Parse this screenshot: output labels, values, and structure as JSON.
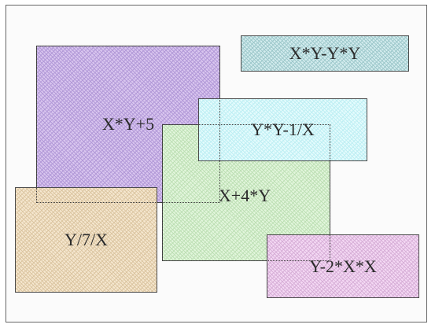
{
  "diagram": {
    "boxes": [
      {
        "id": "purple",
        "label": "X*Y+5",
        "fill": "#d9c6ef",
        "hatch": "#b39ad8"
      },
      {
        "id": "teal",
        "label": "X*Y-Y*Y",
        "fill": "#d3ecee",
        "hatch": "#9fc9cc"
      },
      {
        "id": "green",
        "label": "X+4*Y",
        "fill": "#e2f6dc",
        "hatch": "#bfe0b6"
      },
      {
        "id": "cyan",
        "label": "Y*Y-1/X",
        "fill": "#e4fbfd",
        "hatch": "#bfeff3"
      },
      {
        "id": "tan",
        "label": "Y/7/X",
        "fill": "#f5e7cf",
        "hatch": "#dcc6a2"
      },
      {
        "id": "pink",
        "label": "Y-2*X*X",
        "fill": "#f4d9f4",
        "hatch": "#d8b0d8"
      }
    ]
  }
}
